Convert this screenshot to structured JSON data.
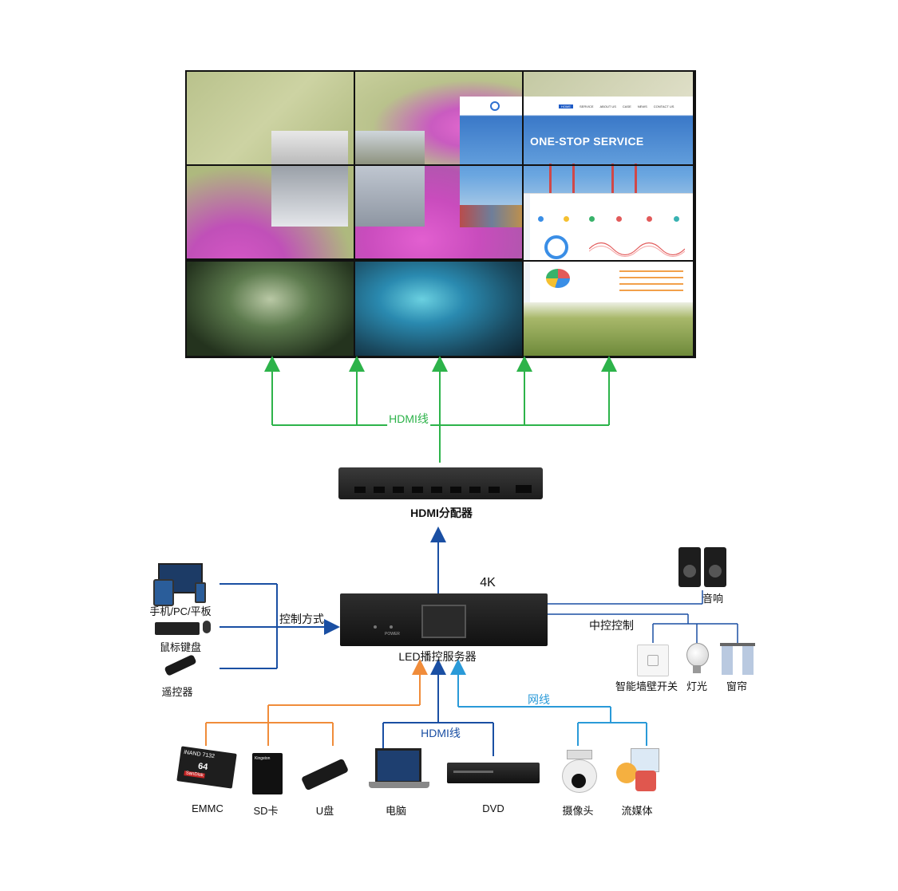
{
  "video_wall": {
    "panel_text": "ONE-STOP SERVICE",
    "nav_items": [
      "HOME",
      "SERVICE",
      "ABOUT US",
      "CASE",
      "NEWS",
      "CONTACT US"
    ]
  },
  "labels": {
    "hdmi_cable_top": "HDMI线",
    "splitter": "HDMI分配器",
    "server_4k": "4K",
    "server": "LED播控服务器",
    "control_method": "控制方式",
    "central_control": "中控控制",
    "network": "网线",
    "hdmi_cable_bottom": "HDMI线",
    "power_label": "POWER"
  },
  "controls": {
    "phone_pc_tablet": "手机/PC/平板",
    "mouse_keyboard": "鼠标键盘",
    "remote": "遥控器"
  },
  "outputs": {
    "audio": "音响",
    "wall_switch": "智能墙壁开关",
    "light": "灯光",
    "curtain": "窗帘"
  },
  "inputs": {
    "emmc": "EMMC",
    "sd": "SD卡",
    "usb": "U盘",
    "computer": "电脑",
    "dvd": "DVD",
    "camera": "摄像头",
    "streaming": "流媒体"
  },
  "device_text": {
    "emmc_brand": "iNAND 7132",
    "emmc_size": "64",
    "emmc_maker": "SanDisk",
    "sd_brand": "Kingston"
  },
  "colors": {
    "green": "#2db34a",
    "blue": "#1a4fa3",
    "orange": "#f08c3a",
    "lightblue": "#2a9ad8"
  }
}
